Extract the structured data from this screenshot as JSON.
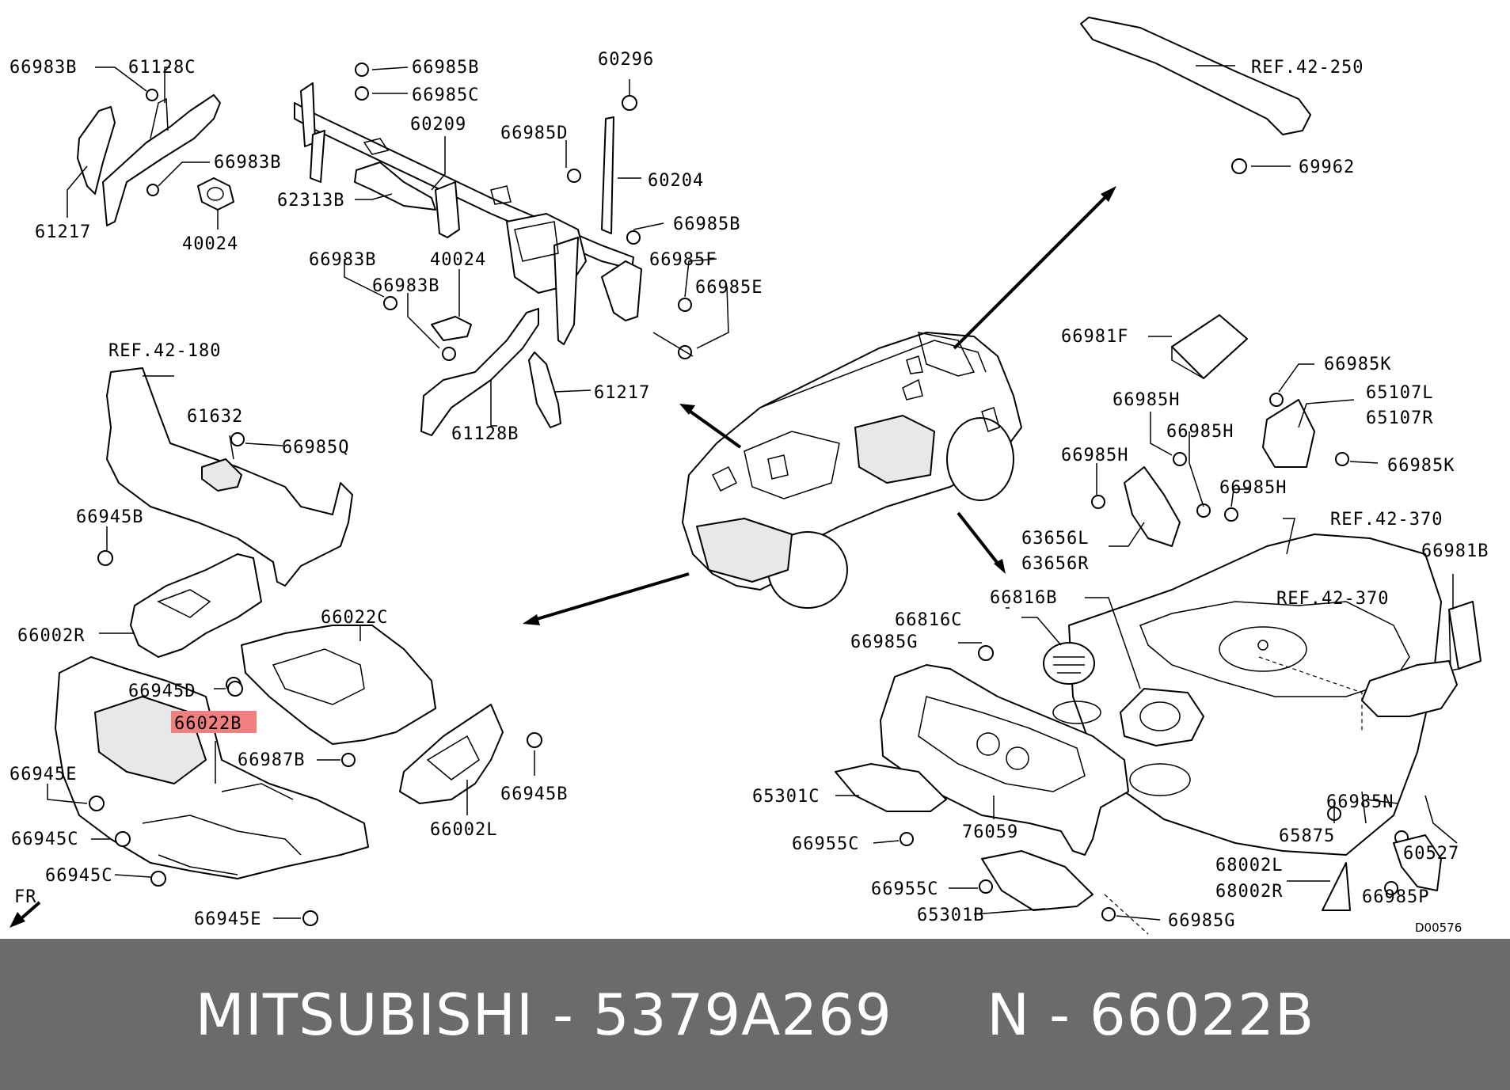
{
  "footer": {
    "brand": "MITSUBISHI",
    "sep1": " - ",
    "part_number": "5379A269",
    "gap": "     ",
    "ref_prefix": "N",
    "sep2": " - ",
    "ref_code": "66022B"
  },
  "highlight_color": "#f08080",
  "labels": {
    "l66983B_a": "66983B",
    "l61128C": "61128C",
    "l61217_a": "61217",
    "l66983B_b": "66983B",
    "l40024_a": "40024",
    "l66985B_a": "66985B",
    "l66985C": "66985C",
    "l60209": "60209",
    "l62313B": "62313B",
    "l60296": "60296",
    "l66985D": "66985D",
    "l60204": "60204",
    "l66985B_b": "66985B",
    "l66985F": "66985F",
    "l66985E": "66985E",
    "l66983B_c": "66983B",
    "l66983B_d": "66983B",
    "l40024_b": "40024",
    "l61217_b": "61217",
    "l61128B": "61128B",
    "lREF42250": "REF.42-250",
    "l69962": "69962",
    "lREF42180": "REF.42-180",
    "l61632": "61632",
    "l66985Q": "66985Q",
    "l66945B_a": "66945B",
    "l66002R": "66002R",
    "l66022C": "66022C",
    "l66945D": "66945D",
    "l66022B": "66022B",
    "l66987B": "66987B",
    "l66945E_a": "66945E",
    "l66945C_a": "66945C",
    "l66945C_b": "66945C",
    "l66945E_b": "66945E",
    "l66945B_b": "66945B",
    "l66002L": "66002L",
    "lFR": "FR",
    "l66981F": "66981F",
    "l66985K_a": "66985K",
    "l65107L": "65107L",
    "l65107R": "65107R",
    "l66985K_b": "66985K",
    "l66985H_a": "66985H",
    "l66985H_b": "66985H",
    "l66985H_c": "66985H",
    "l66985H_d": "66985H",
    "l63656L": "63656L",
    "l63656R": "63656R",
    "lREF42370_a": "REF.42-370",
    "l66981B": "66981B",
    "l66816B": "66816B",
    "l66816C": "66816C",
    "l66985G_a": "66985G",
    "lREF42370_b": "REF.42-370",
    "l65301C": "65301C",
    "l76059": "76059",
    "l66955C_a": "66955C",
    "l66955C_b": "66955C",
    "l65301B": "65301B",
    "l66985G_b": "66985G",
    "l66985N": "66985N",
    "l65875": "65875",
    "l60527": "60527",
    "l68002L": "68002L",
    "l68002R": "68002R",
    "l66985P": "66985P",
    "lD00576": "D00576"
  }
}
